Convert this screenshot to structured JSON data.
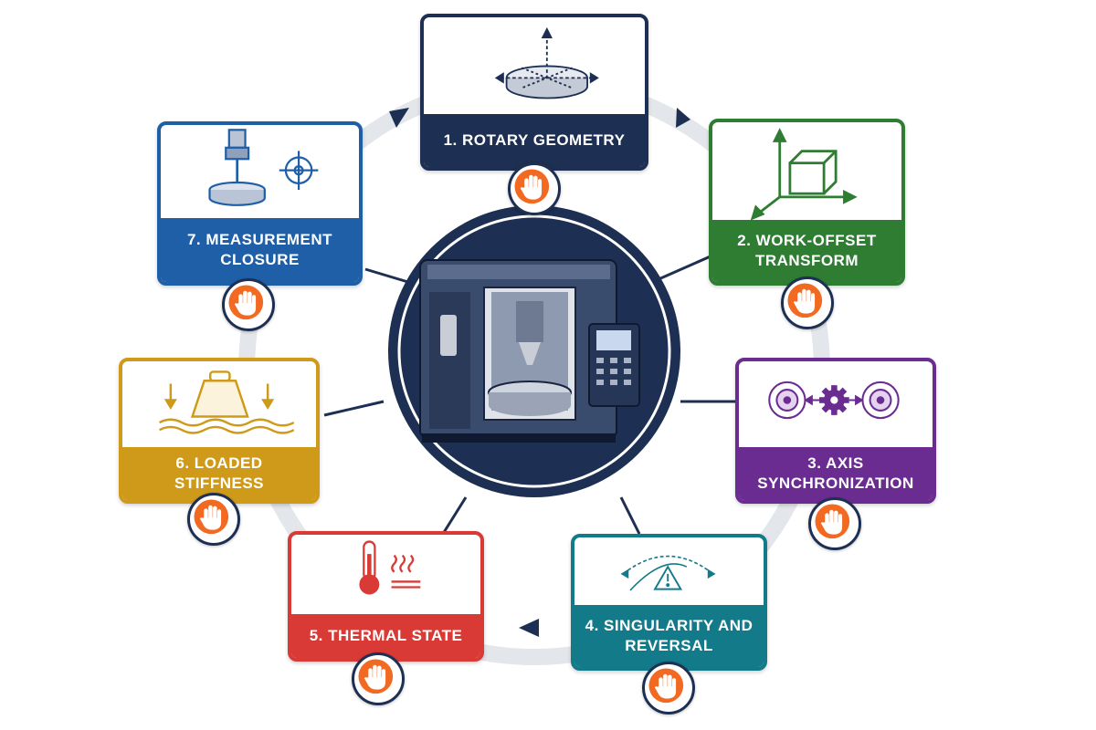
{
  "colors": {
    "navy": "#1d2f52",
    "ring": "#e3e6ea",
    "spoke": "#1d2f52",
    "stop": "#f26a21"
  },
  "center": {
    "icon": "cnc-machine-icon"
  },
  "stages": [
    {
      "label": "1. ROTARY GEOMETRY",
      "color": "#1d2f52",
      "icon": "rotary-table-icon"
    },
    {
      "label": "2. WORK-OFFSET TRANSFORM",
      "color": "#2e7d32",
      "icon": "coordinate-cube-icon"
    },
    {
      "label": "3. AXIS SYNCHRONIZATION",
      "color": "#6a2c91",
      "icon": "synchronized-gears-icon"
    },
    {
      "label": "4. SINGULARITY AND REVERSAL",
      "color": "#137a8a",
      "icon": "singularity-warning-icon"
    },
    {
      "label": "5. THERMAL STATE",
      "color": "#d93a36",
      "icon": "thermometer-icon"
    },
    {
      "label": "6. LOADED STIFFNESS",
      "color": "#cf9a19",
      "icon": "load-weight-icon"
    },
    {
      "label": "7. MEASUREMENT CLOSURE",
      "color": "#1f5fa8",
      "icon": "probe-target-icon"
    }
  ],
  "stop_icon": "stop-hand-icon"
}
